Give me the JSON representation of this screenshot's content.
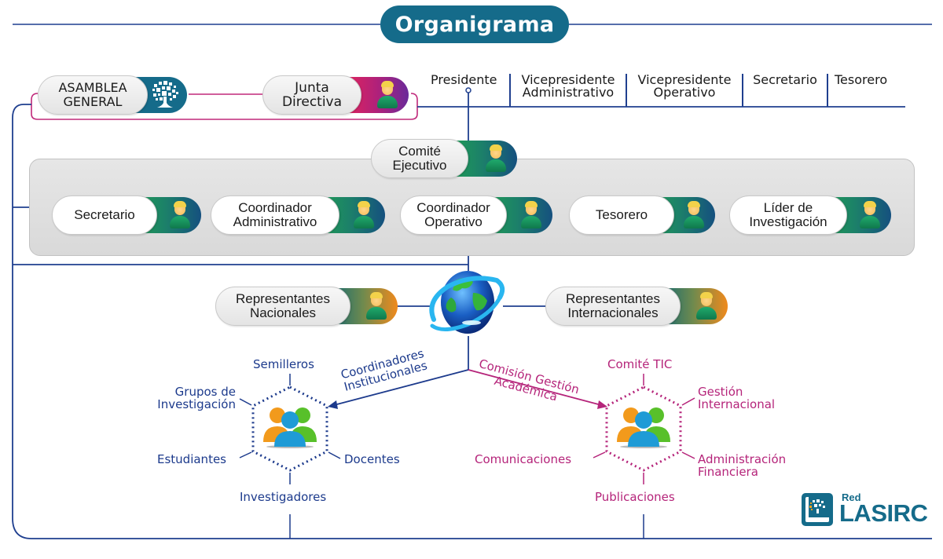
{
  "title": "Organigrama",
  "colors": {
    "brand_teal": "#156b8a",
    "line_blue": "#1f3f8f",
    "magenta": "#b5247a",
    "panel_gray": "#e0e0e0"
  },
  "top": {
    "asamblea": {
      "label": "ASAMBLEA GENERAL",
      "line1": "ASAMBLEA",
      "line2": "GENERAL",
      "icon": "tree-icon"
    },
    "junta": {
      "label": "Junta Directiva",
      "line1": "Junta",
      "line2": "Directiva",
      "icon": "person-icon"
    },
    "roles": [
      {
        "line1": "Presidente",
        "line2": ""
      },
      {
        "line1": "Vicepresidente",
        "line2": "Administrativo"
      },
      {
        "line1": "Vicepresidente",
        "line2": "Operativo"
      },
      {
        "line1": "Secretario",
        "line2": ""
      },
      {
        "line1": "Tesorero",
        "line2": ""
      }
    ]
  },
  "comite": {
    "line1": "Comité",
    "line2": "Ejecutivo",
    "members": [
      {
        "line1": "Secretario",
        "line2": ""
      },
      {
        "line1": "Coordinador",
        "line2": "Administrativo"
      },
      {
        "line1": "Coordinador",
        "line2": "Operativo"
      },
      {
        "line1": "Tesorero",
        "line2": ""
      },
      {
        "line1": "Líder de",
        "line2": "Investigación"
      }
    ]
  },
  "representantes": {
    "nacionales": {
      "line1": "Representantes",
      "line2": "Nacionales"
    },
    "internacionales": {
      "line1": "Representantes",
      "line2": "Internacionales"
    },
    "center_icon": "globe-icon"
  },
  "branches": {
    "left": {
      "arrow_line1": "Coordinadores",
      "arrow_line2": "Institucionales",
      "nodes": {
        "top": "Semilleros",
        "upper_left": "Grupos de\nInvestigación",
        "upper_left_1": "Grupos de",
        "upper_left_2": "Investigación",
        "lower_left": "Estudiantes",
        "lower_right": "Docentes",
        "bottom": "Investigadores"
      }
    },
    "right": {
      "arrow_line1": "Comisión Gestión",
      "arrow_line2": "Académica",
      "nodes": {
        "top": "Comité TIC",
        "upper_right_1": "Gestión",
        "upper_right_2": "Internacional",
        "lower_left": "Comunicaciones",
        "lower_right_1": "Administración",
        "lower_right_2": "Financiera",
        "bottom": "Publicaciones"
      }
    }
  },
  "logo": {
    "small": "Red",
    "big": "LASIRC"
  }
}
